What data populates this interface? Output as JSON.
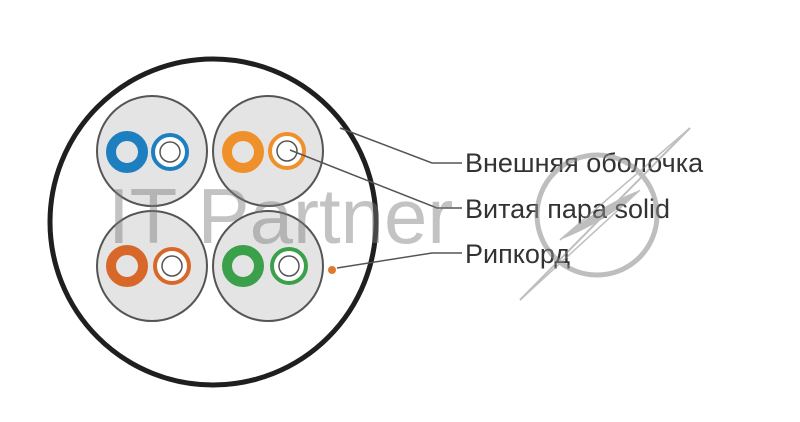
{
  "labels": {
    "outer_jacket": "Внешняя оболочка",
    "twisted_pair": "Витая пара solid",
    "ripcord": "Рипкорд"
  },
  "watermark": {
    "text": "IT Partner"
  },
  "colors": {
    "jacket_outline": "#1f1f1f",
    "pair_background": "#e4e4e4",
    "pair_outline": "#555555",
    "pair_blue": "#1e7fc0",
    "pair_orange": "#f0902a",
    "pair_brown": "#d8682a",
    "pair_green": "#3aa04a",
    "ripcord": "#e07a2a",
    "leader_line": "#555555"
  },
  "pairs": [
    {
      "name": "blue-pair",
      "color": "#1e7fc0"
    },
    {
      "name": "orange-pair",
      "color": "#f0902a"
    },
    {
      "name": "brown-pair",
      "color": "#d8682a"
    },
    {
      "name": "green-pair",
      "color": "#3aa04a"
    }
  ]
}
